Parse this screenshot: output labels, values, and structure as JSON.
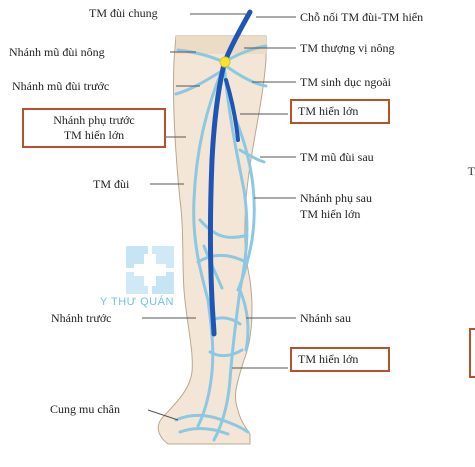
{
  "labels_left": {
    "tm_dui_chung": "TM đùi chung",
    "nhanh_mu_dui_nong": "Nhánh mũ đùi nông",
    "nhanh_mu_dui_truoc": "Nhánh mũ đùi trước",
    "nhanh_phu_truoc_line1": "Nhánh phụ trước",
    "nhanh_phu_truoc_line2": "TM hiển lớn",
    "tm_dui": "TM đùi",
    "nhanh_truoc": "Nhánh trước",
    "cung_mu_chan": "Cung mu chân"
  },
  "labels_right": {
    "cho_noi": "Chỗ nối TM đùi-TM hiển",
    "tm_thuong_vi_nong": "TM thượng vị nông",
    "tm_sinh_duc_ngoai": "TM sinh dục ngoài",
    "tm_hien_lon_top": "TM hiển lớn",
    "tm_mu_dui_sau": "TM mũ đùi sau",
    "nhanh_phu_sau_line1": "Nhánh phụ sau",
    "nhanh_phu_sau_line2": "TM hiển lớn",
    "nhanh_sau": "Nhánh sau",
    "tm_hien_lon_bottom": "TM hiển lớn"
  },
  "edge_fragment": "T",
  "watermark": {
    "text": "Y THƯ QUÁN",
    "icon": "medical-cross-icon"
  },
  "colors": {
    "skin": "#f3e6d6",
    "deep_vein": "#1f56b5",
    "superficial_vein": "#8cc8e2",
    "junction": "#f4e431",
    "box_border": "#b5512c",
    "leader_line": "#555555"
  }
}
